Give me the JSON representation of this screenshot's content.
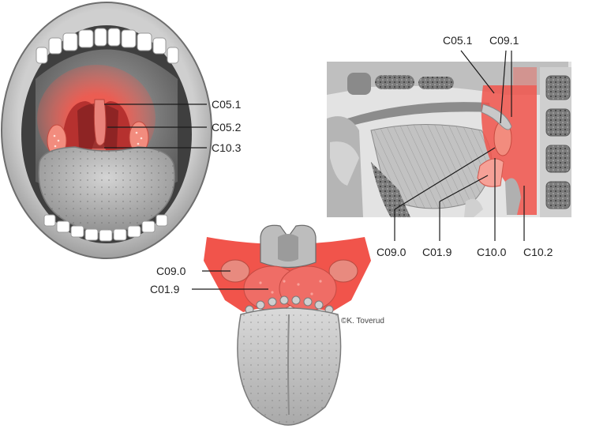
{
  "colors": {
    "highlight": "#f1544b",
    "tissue": "#9b9b9b",
    "tissue_dark": "#5a5a5a",
    "tissue_light": "#d8d8d8",
    "leader_line": "#1a1a1a"
  },
  "mouth_view": {
    "labels": {
      "c05_1": "C05.1",
      "c05_2": "C05.2",
      "c10_3": "C10.3"
    }
  },
  "sagittal_view": {
    "labels": {
      "c05_1": "C05.1",
      "c09_1": "C09.1",
      "c09_0": "C09.0",
      "c01_9": "C01.9",
      "c10_0": "C10.0",
      "c10_2": "C10.2"
    }
  },
  "tongue_view": {
    "labels": {
      "c09_0": "C09.0",
      "c01_9": "C01.9"
    }
  },
  "credit": "©K. Toverud"
}
